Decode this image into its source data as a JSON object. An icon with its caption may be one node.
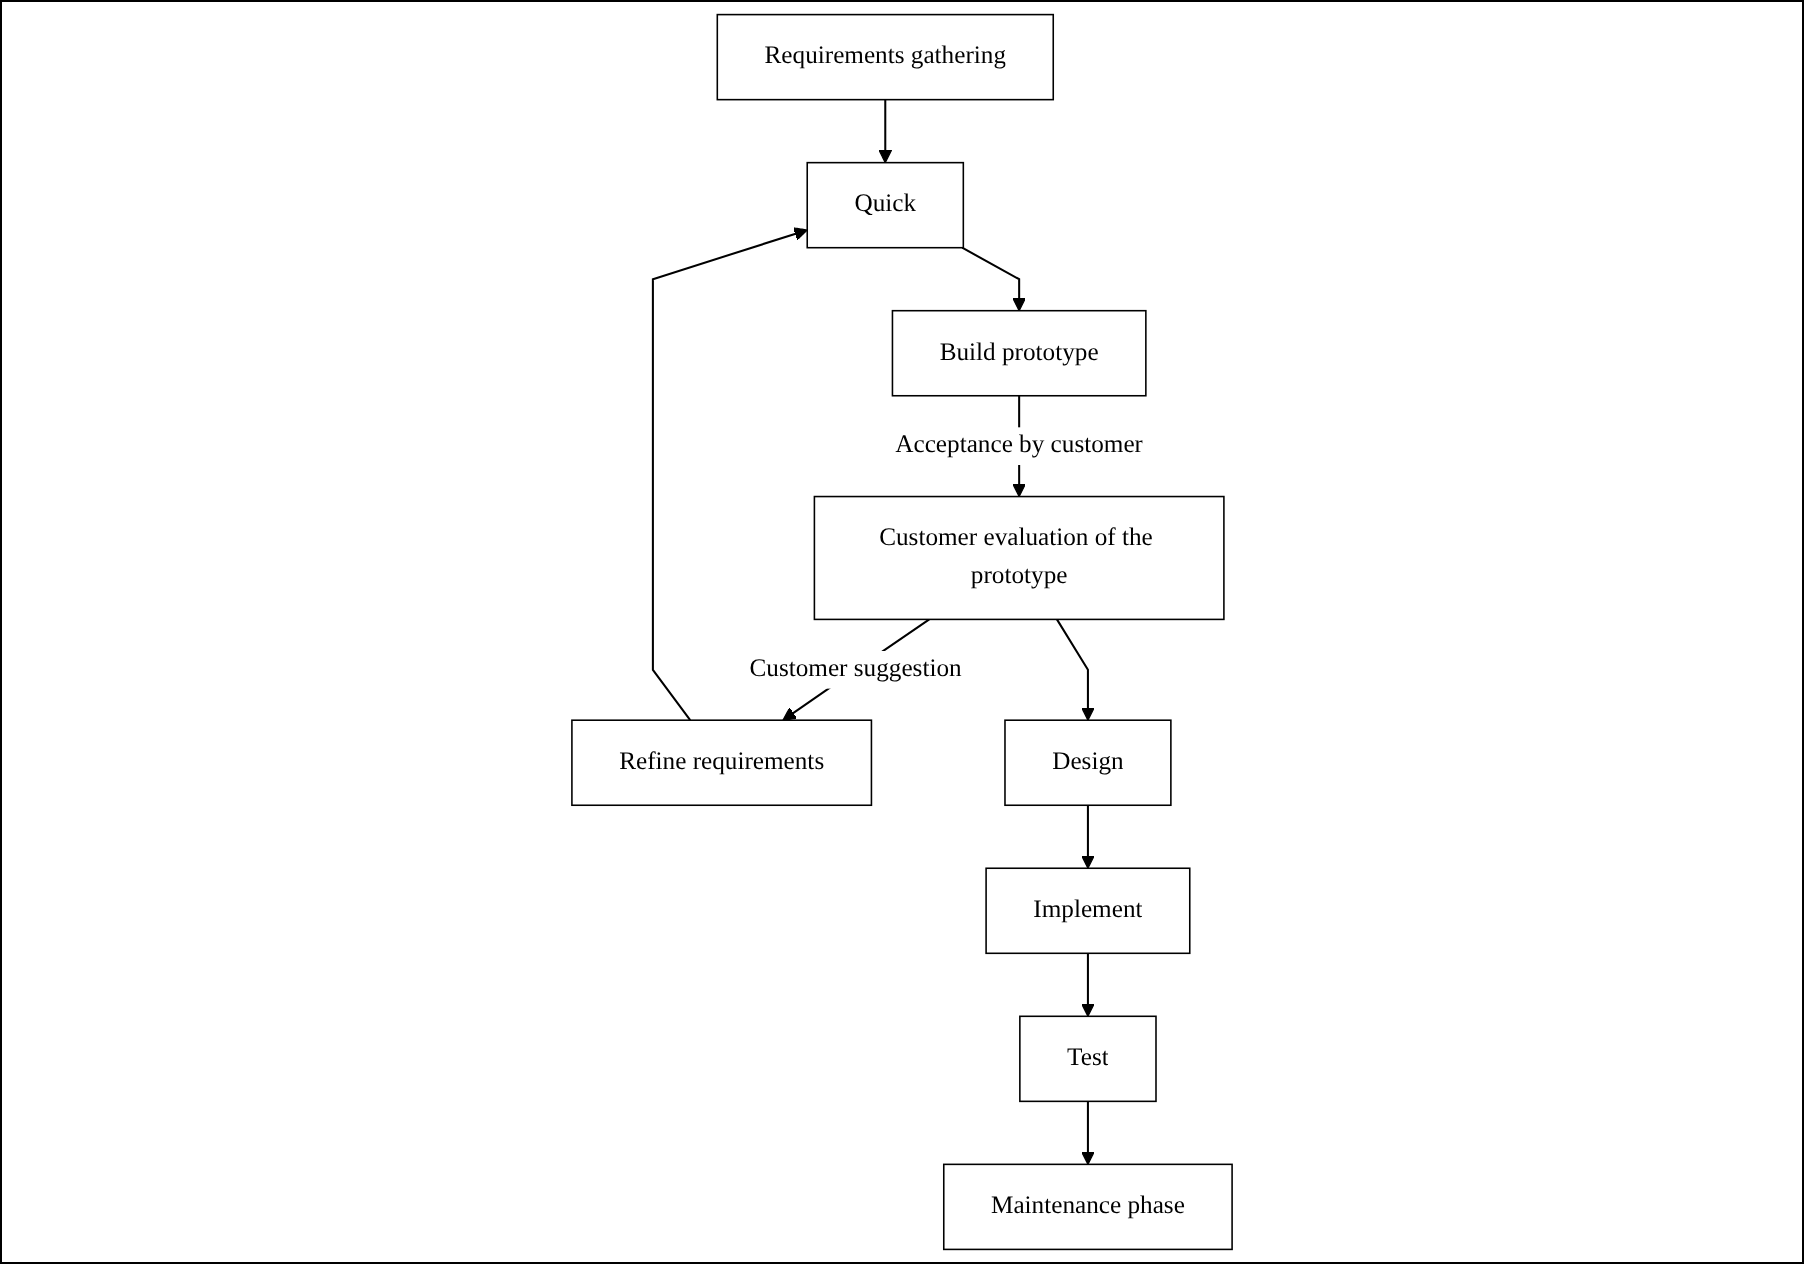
{
  "diagram": {
    "nodes": [
      {
        "text": [
          "Requirements gathering"
        ]
      },
      {
        "text": [
          "Quick"
        ]
      },
      {
        "text": [
          "Refine requirements"
        ]
      },
      {
        "text": [
          "Build prototype"
        ]
      },
      {
        "text": [
          "Customer evaluation of the prototype"
        ]
      },
      {
        "text": [
          "Design"
        ]
      },
      {
        "text": [
          "Implement"
        ]
      },
      {
        "text": [
          "Test"
        ]
      },
      {
        "text": [
          "Maintenance phase"
        ]
      }
    ],
    "edges": [
      {
        "from": 0,
        "to": 1,
        "arrow": "to"
      },
      {
        "from": 1,
        "to": 3,
        "arrow": "to"
      },
      {
        "from": 3,
        "to": 4,
        "arrow": "to",
        "label": "Acceptance by customer"
      },
      {
        "from": 4,
        "to": 2,
        "arrow": "to",
        "label": "Customer suggestion"
      },
      {
        "from": 2,
        "to": 1,
        "arrow": "to"
      },
      {
        "from": 4,
        "to": 5,
        "arrow": "to"
      },
      {
        "from": 5,
        "to": 6,
        "arrow": "to"
      },
      {
        "from": 6,
        "to": 7,
        "arrow": "to"
      },
      {
        "from": 7,
        "to": 8,
        "arrow": "to"
      }
    ]
  }
}
